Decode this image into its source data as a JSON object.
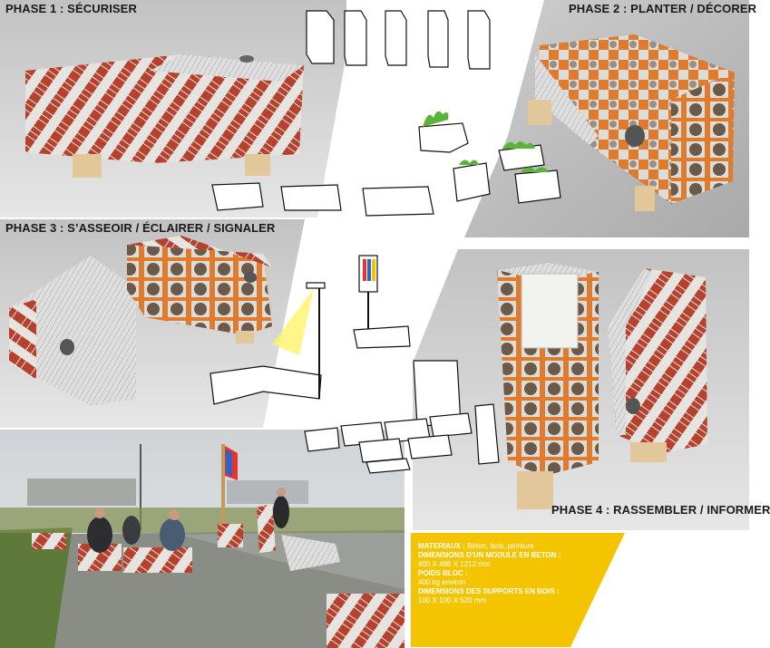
{
  "phases": {
    "phase1": "PHASE 1 : SÉCURISER",
    "phase2": "PHASE 2 : PLANTER / DÉCORER",
    "phase3": "PHASE 3 : S’ASSEOIR / ÉCLAIRER / SIGNALER",
    "phase4": "PHASE 4 : RASSEMBLER / INFORMER"
  },
  "info": {
    "materiaux_label": "MATERIAUX :",
    "materiaux_value": "Béton, bois, peinture",
    "dimensions_module_label": "DIMENSIONS D'UN MODULE EN BETON :",
    "dimensions_module_value": "400 X 486 X 1212 mm",
    "poids_label": "POIDS BLOC :",
    "poids_value": "400 kg environ",
    "dimensions_supports_label": "DIMENSIONS DES SUPPORTS EN BOIS :",
    "dimensions_supports_value": "100 X 100 X 520 mm"
  },
  "colors": {
    "brick": "#b8412e",
    "orange": "#e07a2c",
    "concrete": "#d9d9d6",
    "wood": "#e2c79a",
    "info_yellow": "#f5c400",
    "plant_green": "#5bb33a",
    "render_bg": "#c9c9c9"
  }
}
